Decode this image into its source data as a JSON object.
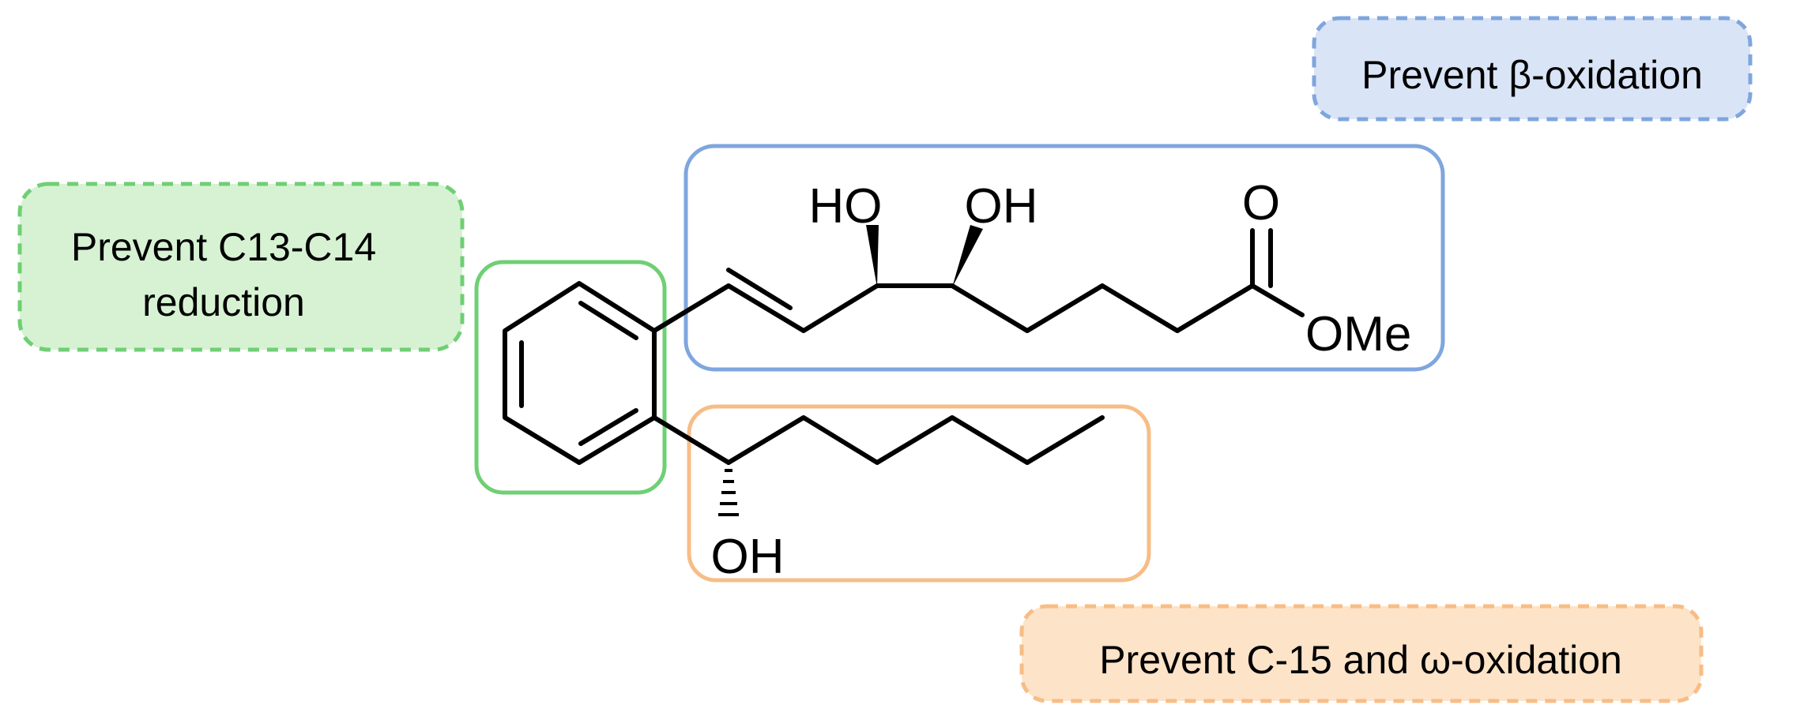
{
  "annotations": {
    "beta": "Prevent β-oxidation",
    "c13_line1": "Prevent C13-C14",
    "c13_line2": "reduction",
    "c15": "Prevent C-15 and ω-oxidation"
  },
  "atoms": {
    "ho_left": "HO",
    "oh_right": "OH",
    "carbonyl_o": "O",
    "ome": "OMe",
    "oh_bottom": "OH"
  },
  "colors": {
    "blue_stroke": "#7fa6dd",
    "blue_fill": "#d9e4f6",
    "green_stroke": "#6fcf74",
    "green_fill": "#d6f2d3",
    "orange_stroke": "#f7bd86",
    "orange_fill": "#fde3c8"
  }
}
